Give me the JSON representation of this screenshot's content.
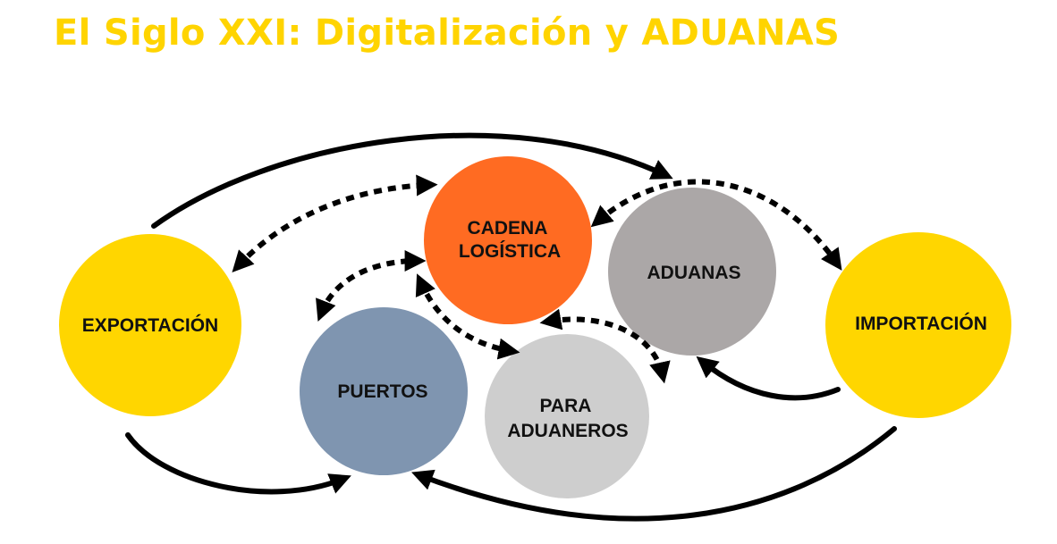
{
  "title": "El Siglo XXI: Digitalización y ADUANAS",
  "colors": {
    "title": "#FFD400",
    "exportacion": "#FFD600",
    "importacion": "#FFD600",
    "cadena_logistica": "#FF6B22",
    "aduanas": "#ABA7A7",
    "puertos": "#7F95B0",
    "para_aduaneros": "#CECECE",
    "arrows": "#000000"
  },
  "nodes": {
    "exportacion": {
      "lines": [
        "EXPORTACIÓN"
      ]
    },
    "importacion": {
      "lines": [
        "IMPORTACIÓN"
      ]
    },
    "cadena_logistica": {
      "lines": [
        "CADENA",
        "LOGÍSTICA"
      ]
    },
    "aduanas": {
      "lines": [
        "ADUANAS"
      ]
    },
    "puertos": {
      "lines": [
        "PUERTOS"
      ]
    },
    "para_aduaneros": {
      "lines": [
        "PARA",
        "ADUANEROS"
      ]
    }
  }
}
